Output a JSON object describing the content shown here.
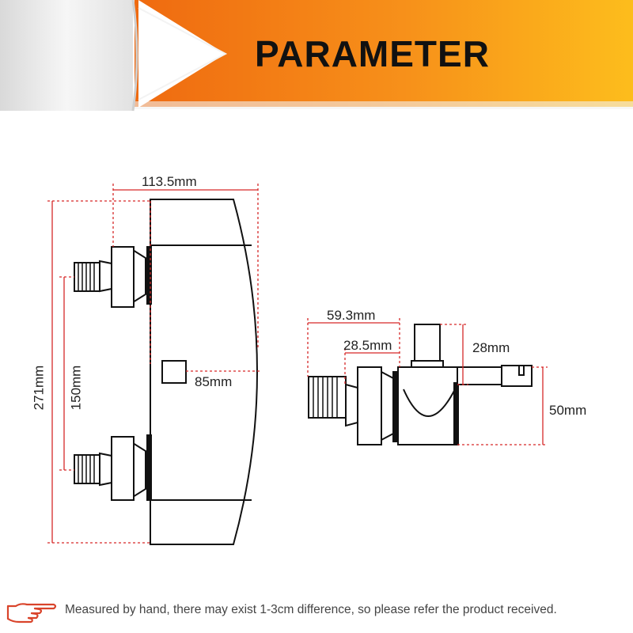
{
  "banner": {
    "title": "PARAMETER",
    "colors": {
      "gradient_start": "#f06a12",
      "gradient_end": "#fdbb1a",
      "paper": "#e9e9e9",
      "title": "#111111"
    }
  },
  "dimensions": {
    "front_width": "113.5mm",
    "front_height": "271mm",
    "front_inlet_spacing": "150mm",
    "front_center_depth": "85mm",
    "side_depth_total": "59.3mm",
    "side_inlet_depth": "28.5mm",
    "side_top_knob": "28mm",
    "side_outlet_height": "50mm",
    "dimension_line_color": "#d62828"
  },
  "footer": {
    "note": "Measured by hand, there may exist 1-3cm difference, so please refer the product received.",
    "hand_icon": "pointing-hand-icon",
    "hand_color": "#d9442b"
  }
}
